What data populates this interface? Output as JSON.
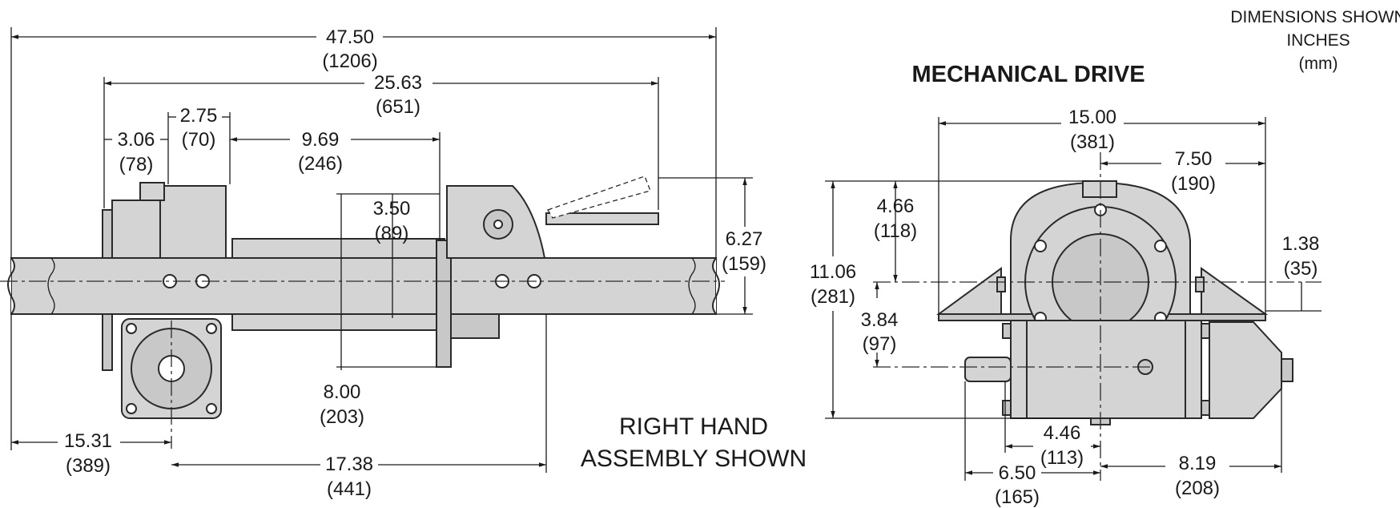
{
  "notes": {
    "line1": "DIMENSIONS SHOWN",
    "line2": "INCHES",
    "line3": "(mm)"
  },
  "headings": {
    "mechanical_drive": "MECHANICAL DRIVE"
  },
  "labels": {
    "assembly_line1": "RIGHT HAND",
    "assembly_line2": "ASSEMBLY SHOWN"
  },
  "left_view": {
    "d_47_50": {
      "in": "47.50",
      "mm": "(1206)"
    },
    "d_25_63": {
      "in": "25.63",
      "mm": "(651)"
    },
    "d_3_06": {
      "in": "3.06",
      "mm": "(78)"
    },
    "d_2_75": {
      "in": "2.75",
      "mm": "(70)"
    },
    "d_9_69": {
      "in": "9.69",
      "mm": "(246)"
    },
    "d_3_50": {
      "in": "3.50",
      "mm": "(89)"
    },
    "d_6_27": {
      "in": "6.27",
      "mm": "(159)"
    },
    "d_8_00": {
      "in": "8.00",
      "mm": "(203)"
    },
    "d_15_31": {
      "in": "15.31",
      "mm": "(389)"
    },
    "d_17_38": {
      "in": "17.38",
      "mm": "(441)"
    }
  },
  "right_view": {
    "d_15_00": {
      "in": "15.00",
      "mm": "(381)"
    },
    "d_7_50": {
      "in": "7.50",
      "mm": "(190)"
    },
    "d_4_66": {
      "in": "4.66",
      "mm": "(118)"
    },
    "d_11_06": {
      "in": "11.06",
      "mm": "(281)"
    },
    "d_3_84": {
      "in": "3.84",
      "mm": "(97)"
    },
    "d_1_38": {
      "in": "1.38",
      "mm": "(35)"
    },
    "d_4_46": {
      "in": "4.46",
      "mm": "(113)"
    },
    "d_6_50": {
      "in": "6.50",
      "mm": "(165)"
    },
    "d_8_19": {
      "in": "8.19",
      "mm": "(208)"
    }
  },
  "colors": {
    "body": "#d4d4d4",
    "line": "#1a1a1a",
    "background": "#ffffff"
  }
}
